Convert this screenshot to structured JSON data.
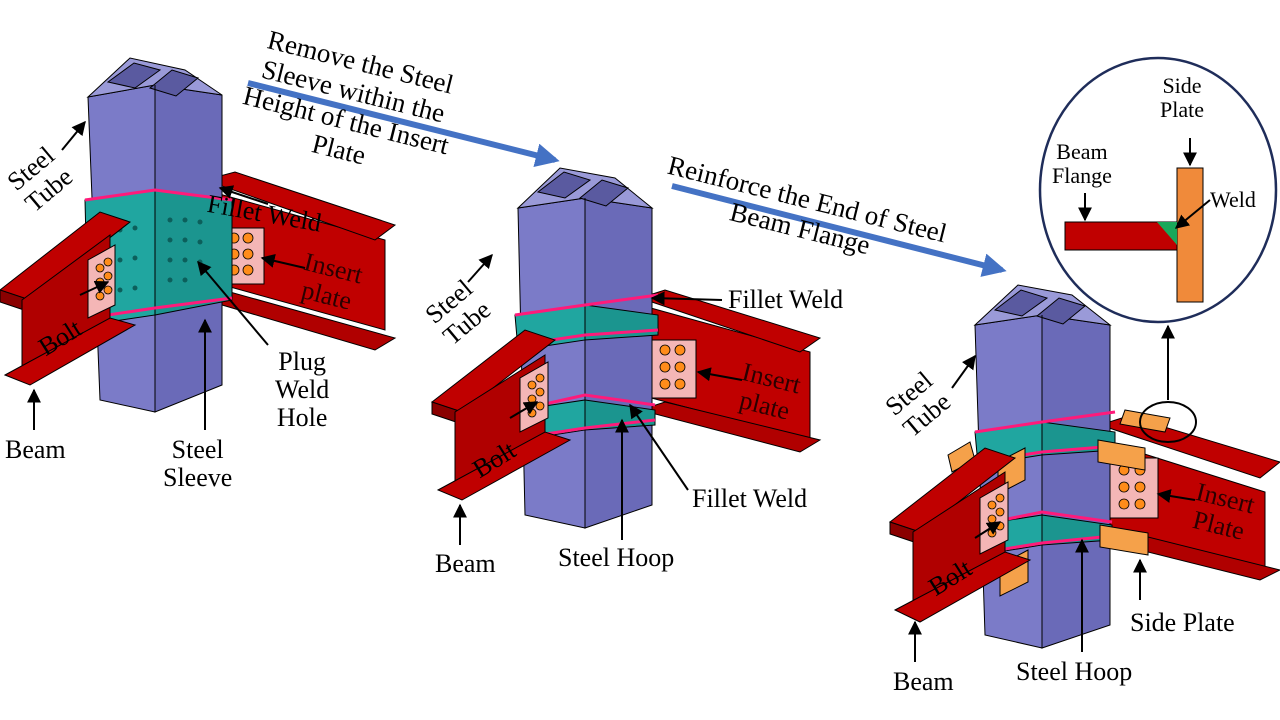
{
  "steps": {
    "step1": [
      "Remove the Steel",
      "Sleeve within the",
      "Height of the Insert",
      "Plate"
    ],
    "step2": [
      "Reinforce the End of Steel",
      "Beam Flange"
    ]
  },
  "left": {
    "steel_tube": [
      "Steel",
      "Tube"
    ],
    "fillet_weld": "Fillet Weld",
    "insert_plate": [
      "Insert",
      "plate"
    ],
    "bolt": "Bolt",
    "plug_weld_hole": [
      "Plug",
      "Weld",
      "Hole"
    ],
    "beam": "Beam",
    "steel_sleeve": [
      "Steel",
      "Sleeve"
    ]
  },
  "middle": {
    "steel_tube": [
      "Steel",
      "Tube"
    ],
    "fillet_weld_top": "Fillet Weld",
    "insert_plate": [
      "Insert",
      "plate"
    ],
    "bolt": "Bolt",
    "fillet_weld_bottom": "Fillet Weld",
    "beam": "Beam",
    "steel_hoop": "Steel Hoop"
  },
  "right": {
    "steel_tube": [
      "Steel",
      "Tube"
    ],
    "insert_plate": [
      "Insert",
      "Plate"
    ],
    "bolt": "Bolt",
    "side_plate": "Side Plate",
    "beam": "Beam",
    "steel_hoop": "Steel Hoop"
  },
  "detail": {
    "side_plate": [
      "Side",
      "Plate"
    ],
    "beam_flange": [
      "Beam",
      "Flange"
    ],
    "weld": "Weld"
  },
  "colors": {
    "tube": "#7b7bc8",
    "tube_dark": "#5a5aa0",
    "beam": "#c00000",
    "beam_dark": "#8a0000",
    "sleeve": "#20a6a0",
    "weld": "#ff1a7a",
    "insert_plate": "#f4b6b6",
    "bolt": "#ff8c1a",
    "side_plate": "#f5a14a",
    "weld_green": "#19a85a",
    "arrow_blue": "#4472c4"
  }
}
